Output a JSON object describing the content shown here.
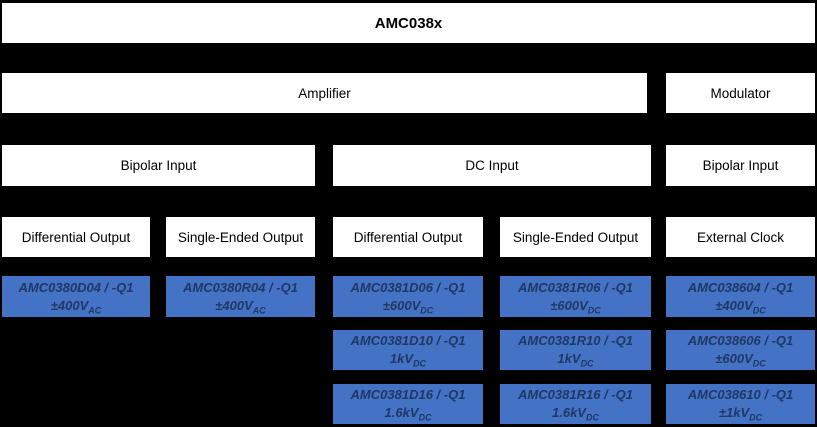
{
  "family": {
    "title": "AMC038x"
  },
  "colors": {
    "background": "#000000",
    "node_fill": "#FFFFFF",
    "node_text": "#000000",
    "part_fill": "#4472C4",
    "part_text": "#1F3864"
  },
  "functions": {
    "amplifier": "Amplifier",
    "modulator": "Modulator"
  },
  "inputs": {
    "bipolar_left": "Bipolar Input",
    "dc": "DC Input",
    "bipolar_right": "Bipolar Input"
  },
  "outputs": [
    "Differential Output",
    "Single-Ended Output",
    "Differential Output",
    "Single-Ended Output",
    "External Clock"
  ],
  "parts": {
    "col1": [
      {
        "name": "AMC0380D04 / -Q1",
        "voltage": "±400V",
        "voltage_sub": "AC"
      }
    ],
    "col2": [
      {
        "name": "AMC0380R04 / -Q1",
        "voltage": "±400V",
        "voltage_sub": "AC"
      }
    ],
    "col3": [
      {
        "name": "AMC0381D06 / -Q1",
        "voltage": "±600V",
        "voltage_sub": "DC"
      },
      {
        "name": "AMC0381D10 / -Q1",
        "voltage": "1kV",
        "voltage_sub": "DC"
      },
      {
        "name": "AMC0381D16 / -Q1",
        "voltage": "1.6kV",
        "voltage_sub": "DC"
      }
    ],
    "col4": [
      {
        "name": "AMC0381R06 / -Q1",
        "voltage": "±600V",
        "voltage_sub": "DC"
      },
      {
        "name": "AMC0381R10 / -Q1",
        "voltage": "1kV",
        "voltage_sub": "DC"
      },
      {
        "name": "AMC0381R16 / -Q1",
        "voltage": "1.6kV",
        "voltage_sub": "DC"
      }
    ],
    "col5": [
      {
        "name": "AMC038604 / -Q1",
        "voltage": "±400V",
        "voltage_sub": "DC"
      },
      {
        "name": "AMC038606 / -Q1",
        "voltage": "±600V",
        "voltage_sub": "DC"
      },
      {
        "name": "AMC038610 / -Q1",
        "voltage": "±1kV",
        "voltage_sub": "DC"
      }
    ]
  }
}
